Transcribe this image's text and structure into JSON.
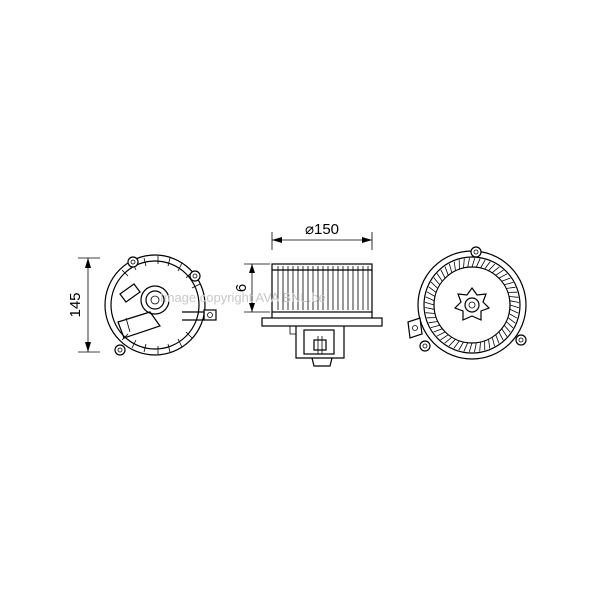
{
  "dimensions": {
    "height_label": "145",
    "depth_label": "6",
    "diameter_label": "⌀150"
  },
  "watermark": {
    "text": "Image copyright AVA BNL.be"
  },
  "views": [
    {
      "name": "front-view"
    },
    {
      "name": "side-view"
    },
    {
      "name": "rear-view"
    }
  ]
}
